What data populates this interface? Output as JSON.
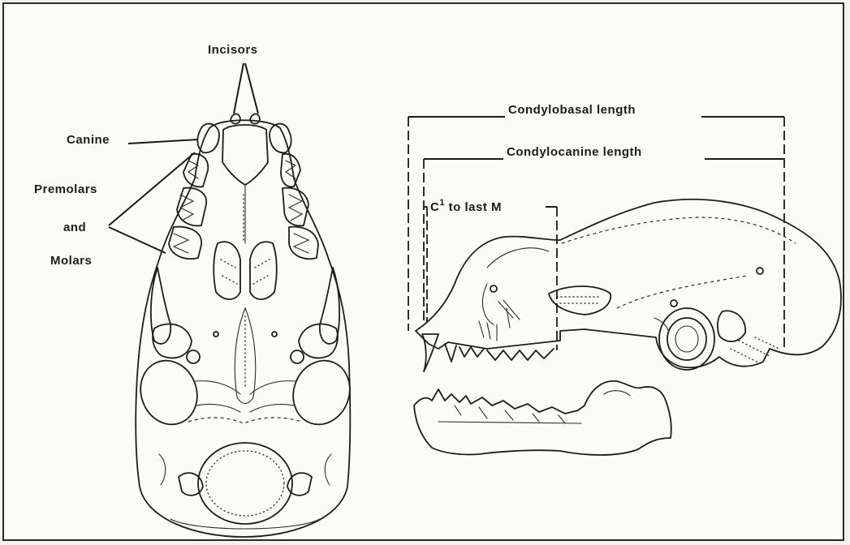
{
  "labels": {
    "incisors": "Incisors",
    "canine": "Canine",
    "premolars": "Premolars",
    "and": "and",
    "molars": "Molars",
    "condylobasal": "Condylobasal length",
    "condylocanine": "Condylocanine length",
    "c1_prefix": "C",
    "c1_sup": "1",
    "c1_suffix": " to last M"
  }
}
